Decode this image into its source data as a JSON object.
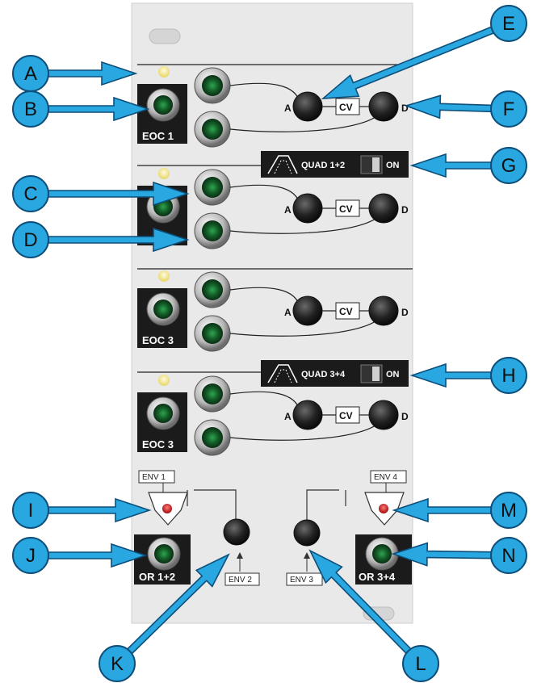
{
  "colors": {
    "panel": "#e9e9e9",
    "panel_edge": "#c9c9c9",
    "callout_fill": "#29a7e1",
    "callout_stroke": "#0d4f7a",
    "label_box": "#1b1b1b",
    "led_yellow": "#f3ea8e",
    "led_red": "#d01f1f",
    "jack_green": "#1f8a3c"
  },
  "callouts": [
    "A",
    "B",
    "C",
    "D",
    "E",
    "F",
    "G",
    "H",
    "I",
    "J",
    "K",
    "L",
    "M",
    "N"
  ],
  "channels": [
    {
      "gate_label": "EOC 1",
      "attack": "A",
      "cv": "CV",
      "decay": "D"
    },
    {
      "gate_label": "",
      "attack": "A",
      "cv": "CV",
      "decay": "D"
    },
    {
      "gate_label": "EOC 3",
      "attack": "A",
      "cv": "CV",
      "decay": "D"
    },
    {
      "gate_label": "EOC 3",
      "attack": "A",
      "cv": "CV",
      "decay": "D"
    }
  ],
  "quad_switches": [
    {
      "label": "QUAD 1+2",
      "state": "ON"
    },
    {
      "label": "QUAD 3+4",
      "state": "ON"
    }
  ],
  "or_section": {
    "left": {
      "env_top": "ENV 1",
      "env_bottom": "ENV 2",
      "output": "OR 1+2"
    },
    "right": {
      "env_top": "ENV 4",
      "env_bottom": "ENV 3",
      "output": "OR 3+4"
    }
  }
}
